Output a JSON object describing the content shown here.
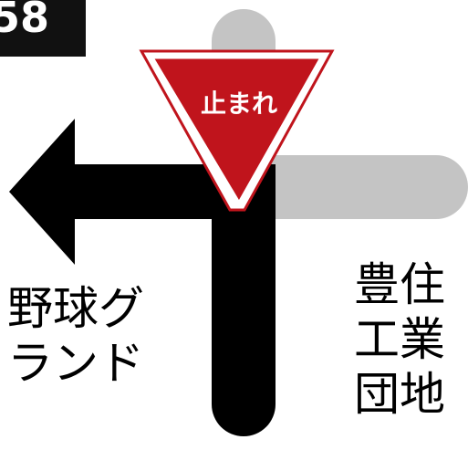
{
  "route_number": "58",
  "sign": {
    "text": "止まれ"
  },
  "left_destination": {
    "line1": "野球グ",
    "line2": "ランド"
  },
  "right_destination": {
    "line1": "豊住",
    "line2": "工業",
    "line3": "団地"
  },
  "colors": {
    "main_road": "#000000",
    "minor_road": "#c4c4c4",
    "sign_red": "#c0141c",
    "badge_bg": "#111111"
  },
  "icons": [
    "stop-sign-icon",
    "left-arrow-icon"
  ]
}
